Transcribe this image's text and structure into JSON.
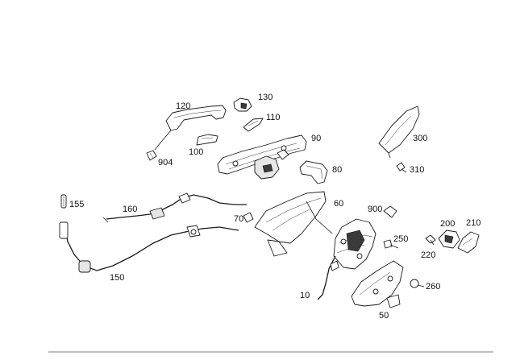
{
  "labels": {
    "p10": "10",
    "p50": "50",
    "p60": "60",
    "p70": "70",
    "p80": "80",
    "p90": "90",
    "p100": "100",
    "p110": "110",
    "p120": "120",
    "p130": "130",
    "p150": "150",
    "p155": "155",
    "p160": "160",
    "p200": "200",
    "p210": "210",
    "p220": "220",
    "p250": "250",
    "p260": "260",
    "p300": "300",
    "p310": "310",
    "p900": "900",
    "p904": "904"
  }
}
